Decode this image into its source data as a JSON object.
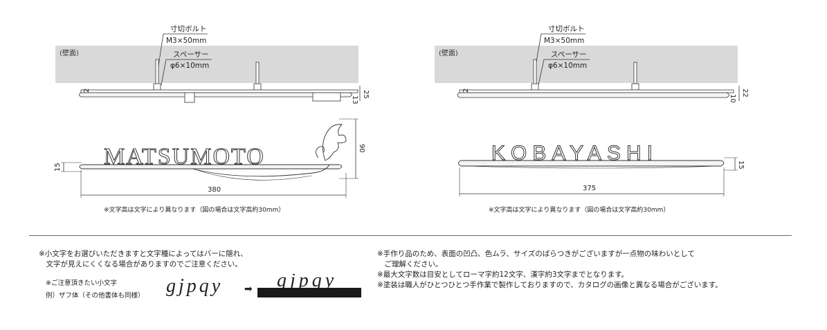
{
  "left": {
    "wall_label": "(壁面)",
    "bolt_label": "寸切ボルト",
    "bolt_size": "M3×50mm",
    "spacer_label": "スペーサー",
    "spacer_size": "φ6×10mm",
    "dim_plate": "2",
    "dim_total": "25",
    "dim_bar": "13",
    "name_text": "MATSUMOTO",
    "dim_height": "90",
    "dim_bar_height": "15",
    "dim_width": "380",
    "caption": "※文字高は文字により異なります（図の場合は文字高約30mm）"
  },
  "right": {
    "wall_label": "(壁面)",
    "bolt_label": "寸切ボルト",
    "bolt_size": "M3×50mm",
    "spacer_label": "スペーサー",
    "spacer_size": "φ6×10mm",
    "dim_plate": "2",
    "dim_total": "22",
    "dim_bar": "10",
    "name_text": "KOBAYASHI",
    "dim_bar_height": "15",
    "dim_width": "375",
    "caption": "※文字高は文字により異なります（図の場合は文字高約30mm）"
  },
  "notes_left": {
    "line1": "※小文字をお選びいただきますと文字種によってはバーに隠れ、",
    "line2": "　文字が見えにくくなる場合がありますのでご注意ください。",
    "sub1": "※ご注意頂きたい小文字",
    "sub2": "例）ザフ体（その他書体も同様）",
    "sample": "gjpqy",
    "arrow": "➡",
    "sample_hidden": "gjpqy"
  },
  "notes_right": {
    "line1": "※手作り品のため、表面の凹凸、色ムラ、サイズのばらつきがございますが一点物の味わいとして",
    "line2": "　ご理解ください。",
    "line3": "※最大文字数は目安としてローマ字約12文字、漢字約3文字までとなります。",
    "line4": "※塗装は職人がひとつひとつ手作業で製作しておりますので、カタログの画像と異なる場合がございます。"
  }
}
